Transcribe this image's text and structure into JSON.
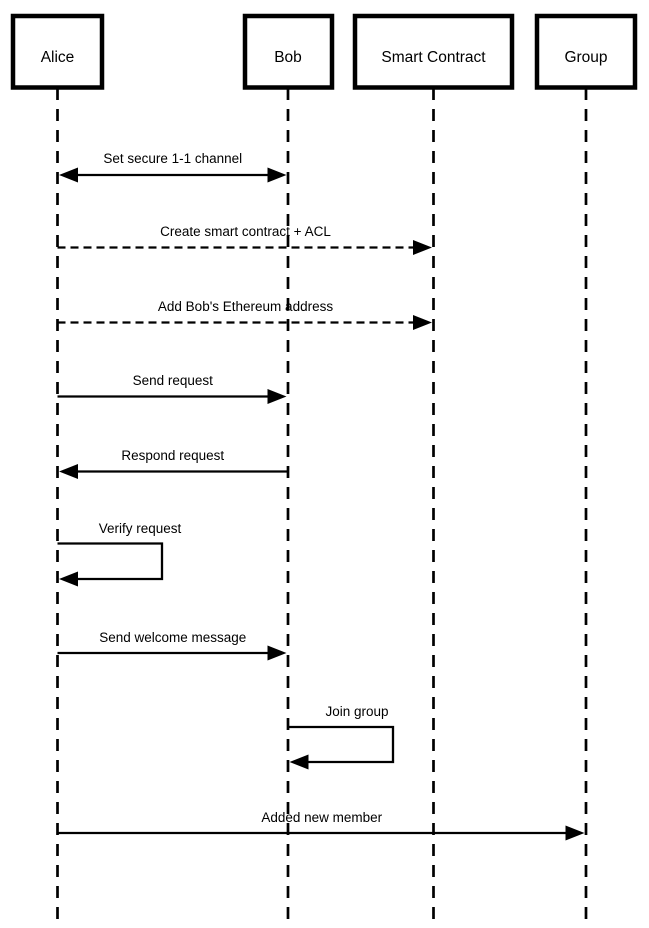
{
  "diagram": {
    "type": "uml-sequence-diagram",
    "background_color": "#ffffff",
    "line_color": "#000000",
    "actors": [
      {
        "name": "Alice"
      },
      {
        "name": "Bob"
      },
      {
        "name": "Smart Contract"
      },
      {
        "name": "Group"
      }
    ],
    "messages": [
      {
        "label": "Set secure 1-1 channel",
        "from": "Alice",
        "to": "Bob",
        "line": "solid",
        "arrow": "both-ends"
      },
      {
        "label": "Create smart contract + ACL",
        "from": "Alice",
        "to": "Smart Contract",
        "line": "dashed",
        "arrow": "end"
      },
      {
        "label": "Add Bob's Ethereum address",
        "from": "Alice",
        "to": "Smart Contract",
        "line": "dashed",
        "arrow": "end"
      },
      {
        "label": "Send request",
        "from": "Alice",
        "to": "Bob",
        "line": "solid",
        "arrow": "end"
      },
      {
        "label": "Respond request",
        "from": "Bob",
        "to": "Alice",
        "line": "solid",
        "arrow": "end"
      },
      {
        "label": "Verify request",
        "from": "Alice",
        "to": "Alice",
        "line": "solid",
        "arrow": "self"
      },
      {
        "label": "Send welcome message",
        "from": "Alice",
        "to": "Bob",
        "line": "solid",
        "arrow": "end"
      },
      {
        "label": "Join group",
        "from": "Bob",
        "to": "Bob",
        "line": "solid",
        "arrow": "self"
      },
      {
        "label": "Added new member",
        "from": "Alice",
        "to": "Group",
        "line": "solid",
        "arrow": "end"
      }
    ]
  }
}
